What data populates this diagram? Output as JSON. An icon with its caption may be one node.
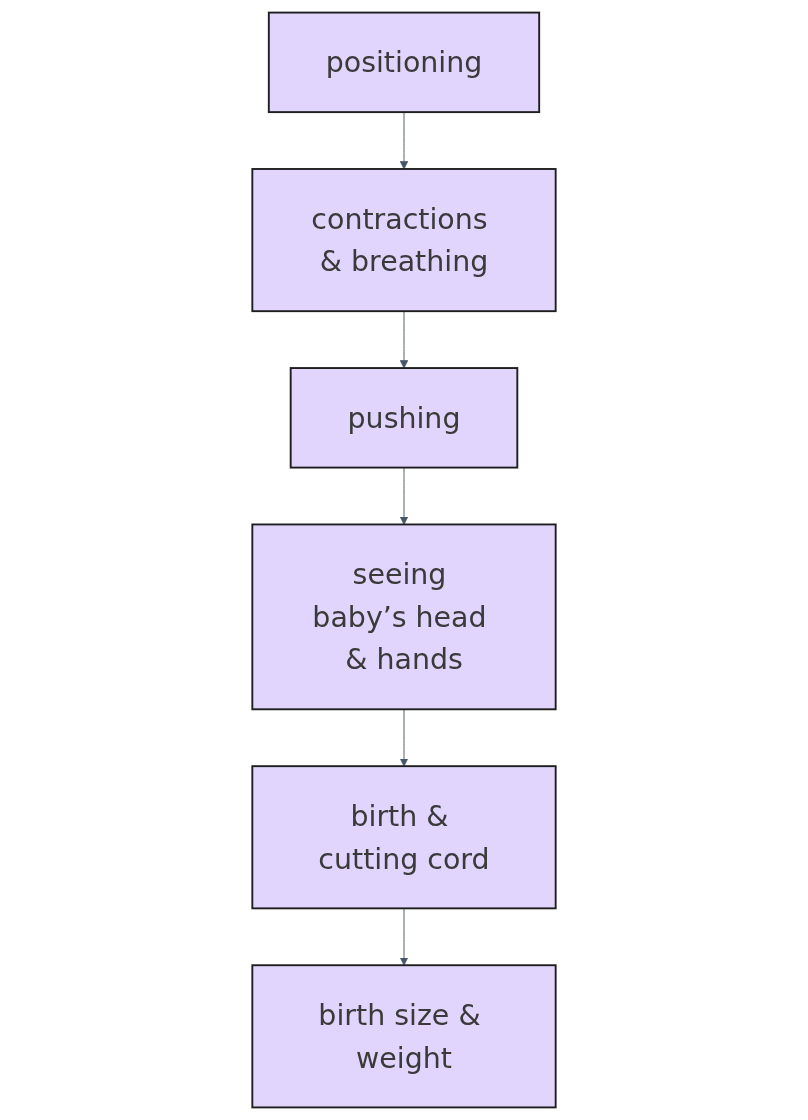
{
  "diagram": {
    "nodes": [
      {
        "text": [
          "positioning"
        ]
      },
      {
        "text": [
          "contractions & breathing"
        ]
      },
      {
        "text": [
          "pushing"
        ]
      },
      {
        "text": [
          "seeing baby’s head & hands"
        ]
      },
      {
        "text": [
          "birth & cutting cord"
        ]
      },
      {
        "text": [
          "birth size & weight"
        ]
      }
    ],
    "edges": [
      {
        "from": 0,
        "to": 1,
        "arrow": "to"
      },
      {
        "from": 1,
        "to": 2,
        "arrow": "to"
      },
      {
        "from": 2,
        "to": 3,
        "arrow": "to"
      },
      {
        "from": 3,
        "to": 4,
        "arrow": "to"
      },
      {
        "from": 4,
        "to": 5,
        "arrow": "to"
      }
    ]
  }
}
